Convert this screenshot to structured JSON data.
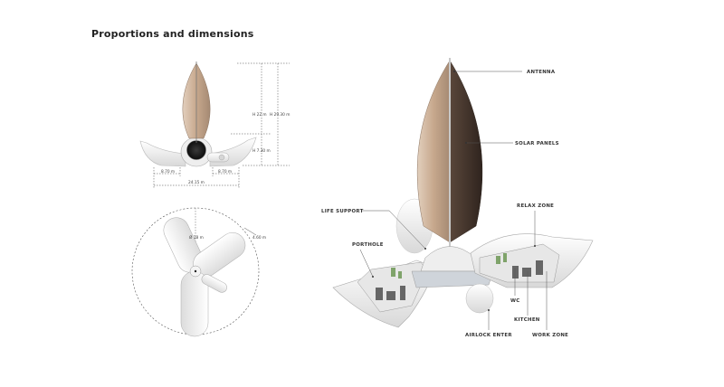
{
  "title": "Proportions and dimensions",
  "dimensions": {
    "total_height": "H 29.30 m",
    "spire_height": "H 22 m",
    "base_height": "H 7.30 m",
    "left_width": "8.70 m",
    "right_width": "8.70 m",
    "total_width": "24.15 m",
    "diameter": "Ø 18 m",
    "wing_width": "4.60 m"
  },
  "callouts": {
    "antenna": "ANTENNA",
    "solar_panels": "SOLAR PANELS",
    "life_support": "LIFE SUPPORT",
    "relax_zone": "RELAX ZONE",
    "porthole": "PORTHOLE",
    "wc": "WC",
    "kitchen": "KITCHEN",
    "airlock_enter": "AIRLOCK ENTER",
    "work_zone": "WORK ZONE"
  },
  "colors": {
    "panel_light": "#cdb49c",
    "panel_dark": "#4a3a30",
    "shell": "#f2f2f2",
    "line": "#333333"
  }
}
